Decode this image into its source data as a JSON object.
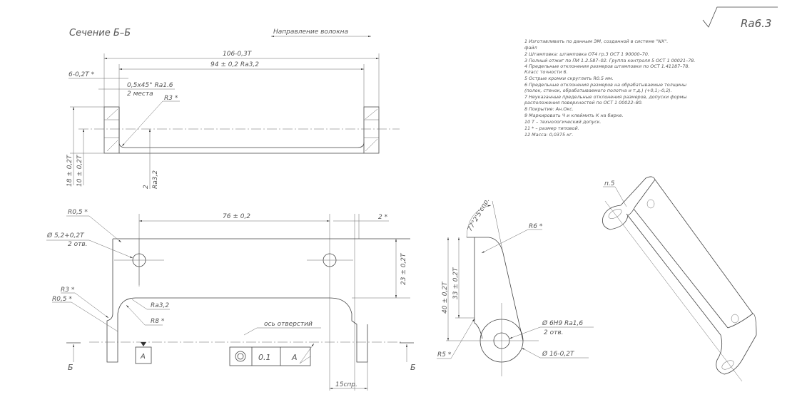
{
  "section": {
    "title": "Сечение Б–Б",
    "fiber_direction": "Направление волокна",
    "dims": {
      "overall": "106-0,3T",
      "inner": "94 ± 0,2  Ra3,2",
      "flange": "6-0,2T *",
      "chamfer": "0,5x45°  Ra1.6",
      "chamfer_qty": "2 места",
      "radius": "R3 *",
      "height1": "18 ± 0,2T",
      "height2": "10 ± 0,2T",
      "thickness": "2",
      "thickness_ra": "Ra3,2"
    }
  },
  "roughness": "Ra6.3",
  "notes": [
    "1  Изготавливать по данным ЭМ, созданной в системе \"NX\".",
    "    файл",
    "2  Штамповка: штамповка ОТ4 гр.3 ОСТ 1 90000–70.",
    "3  Полный отжиг по ПИ 1.2.587–02. Группа контроля 5 ОСТ 1 00021–78.",
    "4  Предельные отклонения размеров штамповки по ОСТ 1.41187–78.",
    "    Класс точности 6.",
    "5  Острые кромки скруглить R0.5 мм.",
    "6  Предельные отклонения размеров на обрабатываемые толщины",
    "    (полок, стенок, обрабатываемого полотна и т.д.) (+0,1;–0,2).",
    "7  Неуказанные предельные отклонения размеров, допуски формы",
    "    расположения поверхностей по ОСТ 1 00022–80.",
    "8  Покрытие: Ан.Окс.",
    "9  Маркировать Ч и клеймить К на бирке.",
    "10  T – технологический допуск.",
    "11  * – размер типовой.",
    "12  Масса: 0,0375 кг."
  ],
  "front": {
    "hole_spacing": "76 ± 0,2",
    "edge": "2 *",
    "r05_top": "R0,5 *",
    "hole": "Ø 5,2+0,2T",
    "hole_qty": "2 отв.",
    "r3": "R3 *",
    "r05": "R0,5 *",
    "ra": "Ra3,2",
    "r8": "R8 *",
    "axis": "ось отверстий",
    "height": "23 ± 0,2T",
    "datum": "A",
    "tolerance": "0.1",
    "tol_datum": "A",
    "section_mark_left": "Б",
    "section_mark_right": "Б",
    "width": "15спр."
  },
  "side": {
    "angle": "77°2'5'спр.",
    "r6": "R6 *",
    "h40": "40 ± 0,2T",
    "h33": "33 ± 0,2T",
    "hole": "Ø  6H9  Ra1,6",
    "hole_qty": "2 отв.",
    "boss": "Ø  16-0,2T",
    "r5": "R5 *"
  },
  "iso": {
    "note_ref": "п.5"
  }
}
